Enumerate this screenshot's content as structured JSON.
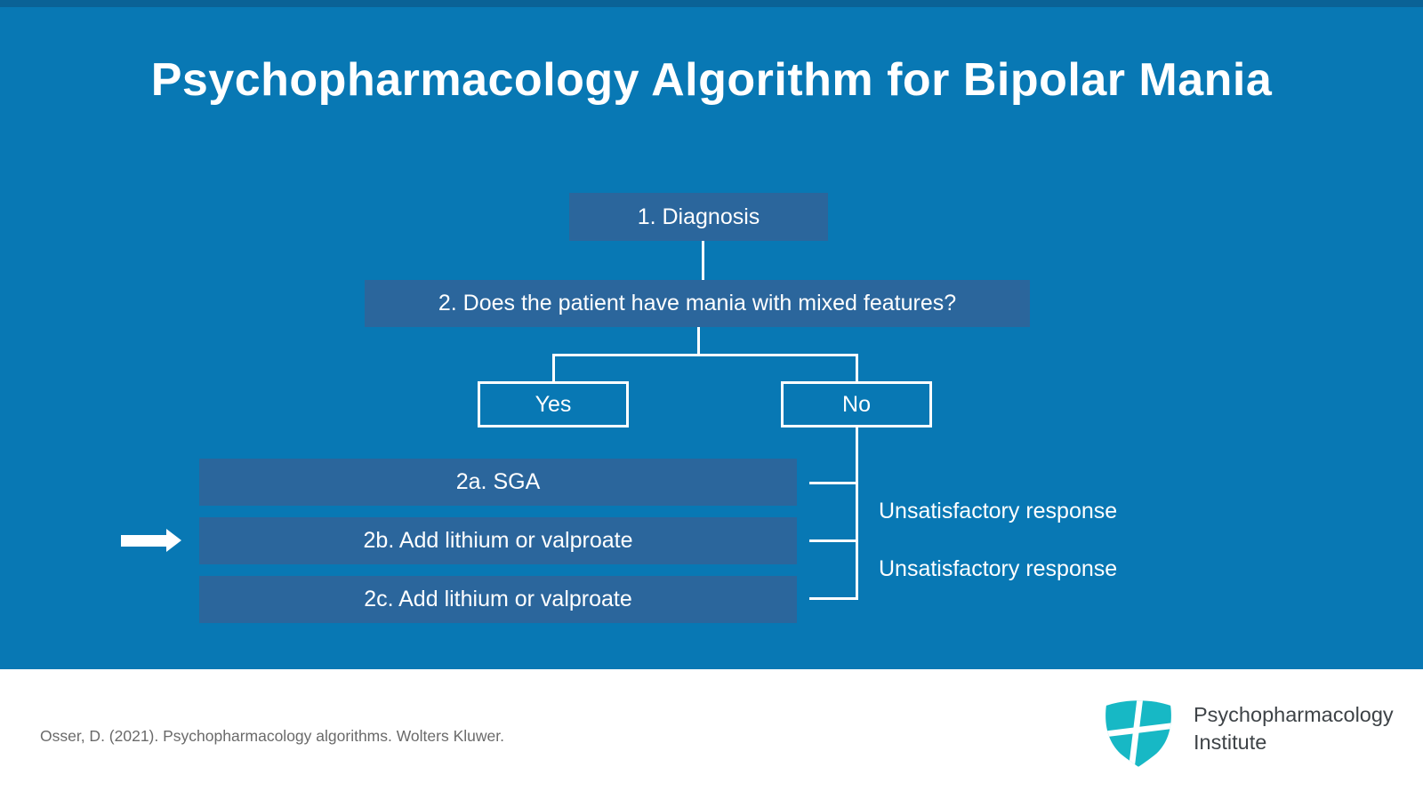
{
  "title": "Psychopharmacology Algorithm for Bipolar Mania",
  "flowchart": {
    "node1": "1. Diagnosis",
    "node2": "2. Does the patient have mania with mixed features?",
    "yes_label": "Yes",
    "no_label": "No",
    "node2a": "2a. SGA",
    "node2b": "2b. Add lithium or valproate",
    "node2c": "2c. Add lithium or valproate",
    "response1": "Unsatisfactory response",
    "response2": "Unsatisfactory response",
    "current_step_marker": "arrow-pointing-to-2b"
  },
  "footer": {
    "citation": "Osser, D. (2021). Psychopharmacology algorithms. Wolters Kluwer.",
    "logo_line1": "Psychopharmacology",
    "logo_line2": "Institute"
  },
  "colors": {
    "background_blue": "#0878b4",
    "top_band_blue": "#0a6296",
    "node_fill_blue": "#2b669c",
    "line_white": "#ffffff",
    "logo_teal": "#17b8c5",
    "citation_gray": "#6a6a6a"
  }
}
